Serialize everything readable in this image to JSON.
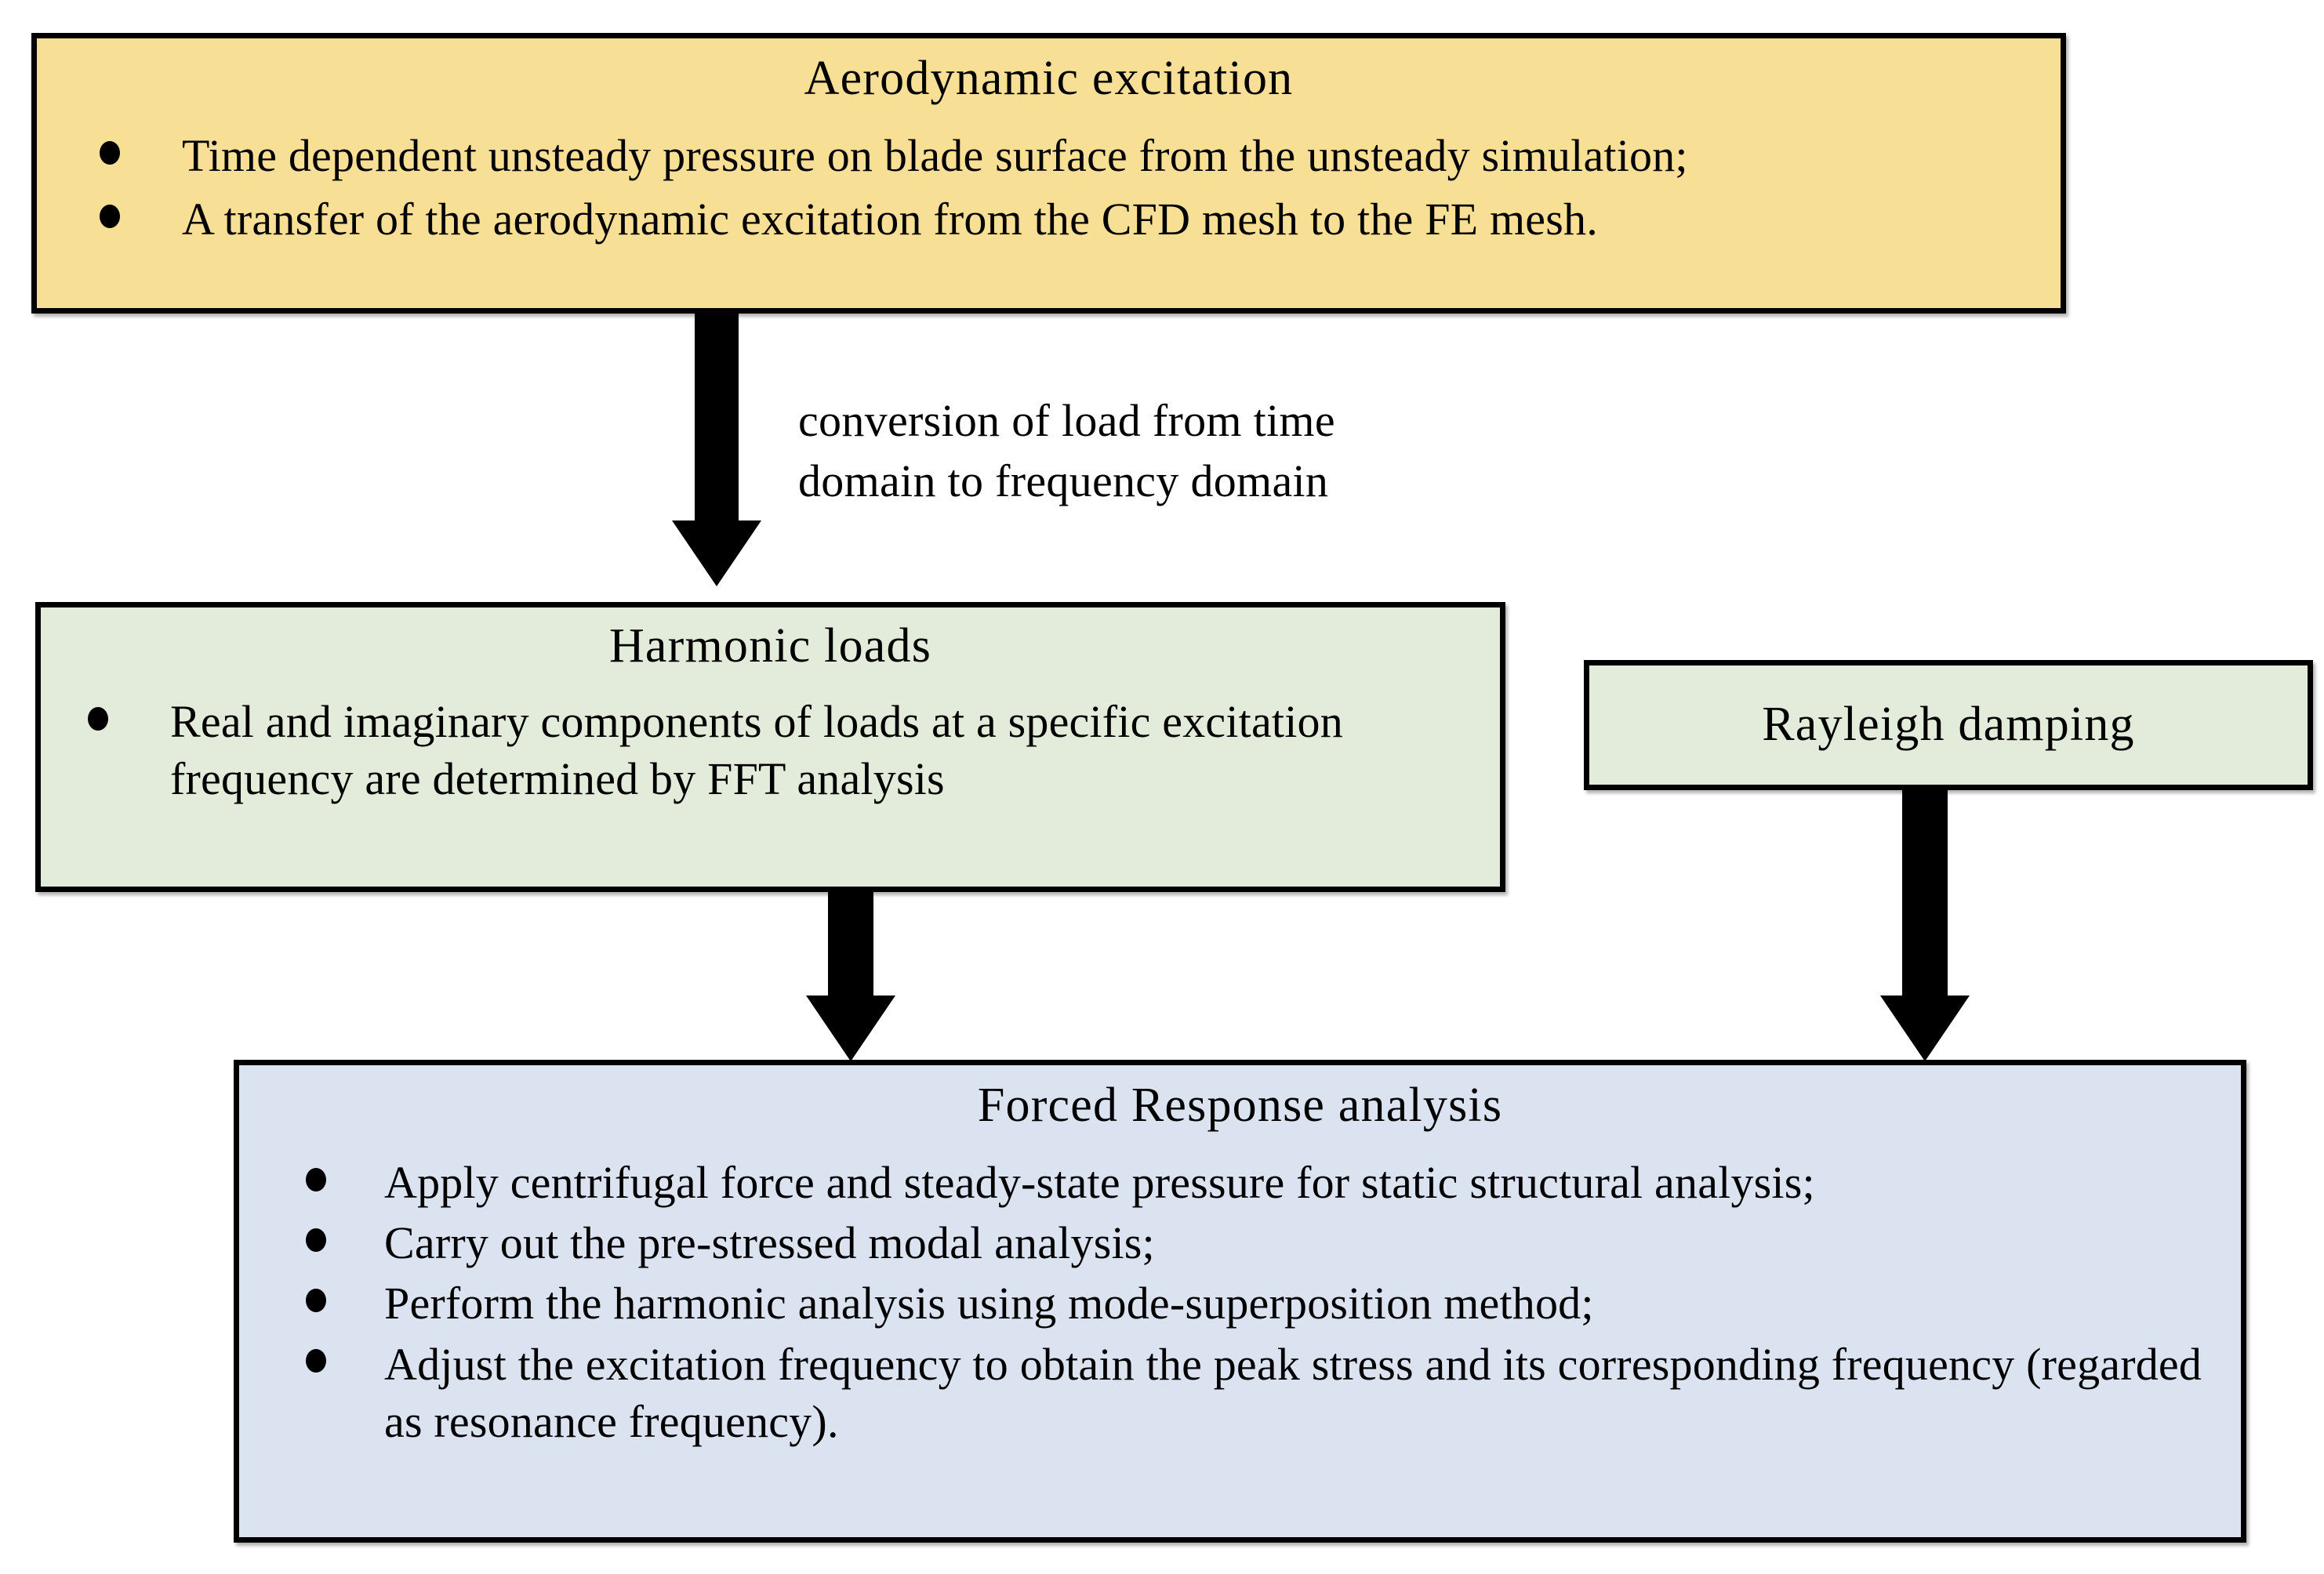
{
  "diagram": {
    "title": "Forced Response analysis workflow",
    "colors": {
      "aerodynamic_excitation_fill": "#F7DF96",
      "harmonic_loads_fill": "#E3EBDA",
      "rayleigh_damping_fill": "#E3EBDA",
      "forced_response_fill": "#DCE3F0",
      "border": "#000000",
      "text": "#000000"
    },
    "nodes": {
      "aerodynamic_excitation": {
        "title": "Aerodynamic  excitation",
        "bullets": [
          "Time dependent unsteady pressure on blade surface from the unsteady simulation;",
          "A  transfer of the aerodynamic excitation from the CFD mesh to the FE mesh."
        ]
      },
      "harmonic_loads": {
        "title": "Harmonic  loads",
        "bullets": [
          "Real and imaginary components of loads at a specific excitation frequency are determined by FFT  analysis"
        ]
      },
      "rayleigh_damping": {
        "title": "Rayleigh  damping",
        "bullets": []
      },
      "forced_response": {
        "title": "Forced Response analysis",
        "bullets": [
          "Apply  centrifugal force and steady-state pressure for static structural analysis;",
          "Carry out the pre-stressed modal analysis;",
          "Perform the harmonic analysis using mode-superposition method;",
          "Adjust  the excitation frequency to obtain the peak stress and its corresponding frequency (regarded as resonance frequency)."
        ]
      }
    },
    "edges": {
      "aero_to_harmonic": {
        "caption_line1": "conversion of load from time",
        "caption_line2": "domain to frequency domain",
        "direction": "down"
      },
      "harmonic_to_forced": {
        "caption_line1": "",
        "caption_line2": "",
        "direction": "down"
      },
      "rayleigh_to_forced": {
        "caption_line1": "",
        "caption_line2": "",
        "direction": "down"
      }
    }
  }
}
